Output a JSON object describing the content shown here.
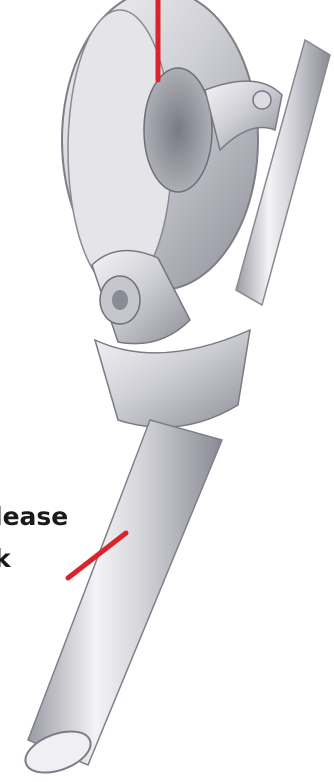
{
  "figure": {
    "callouts": {
      "release": {
        "line1": "lease",
        "line2": "k"
      }
    },
    "colors": {
      "leader_line": "#d8242a",
      "metal_light": "#f2f2f4",
      "metal_mid": "#c9c9cf",
      "metal_dark": "#8e8e98",
      "label_text": "#1a1a1a"
    },
    "icons": {
      "mechanism": "quick-release-skewer-illustration"
    }
  }
}
